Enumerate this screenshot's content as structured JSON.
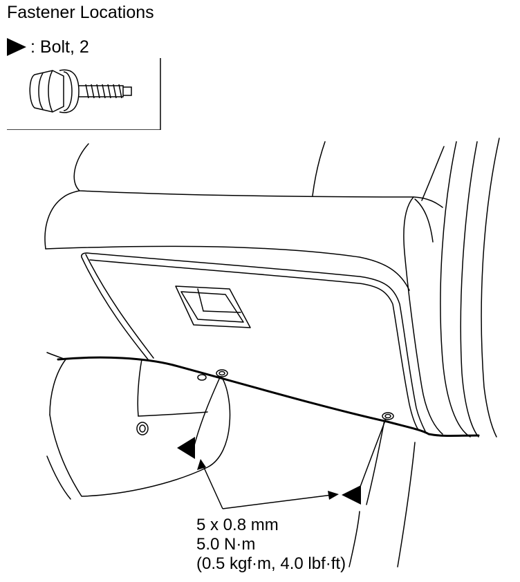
{
  "title": "Fastener Locations",
  "legend": {
    "icon": "bolt-triangle-marker",
    "label": ": Bolt, 2"
  },
  "spec": {
    "line1": "5 x 0.8 mm",
    "line2": "5.0 N·m",
    "line3": "(0.5 kgf·m, 4.0 lbf·ft)"
  }
}
